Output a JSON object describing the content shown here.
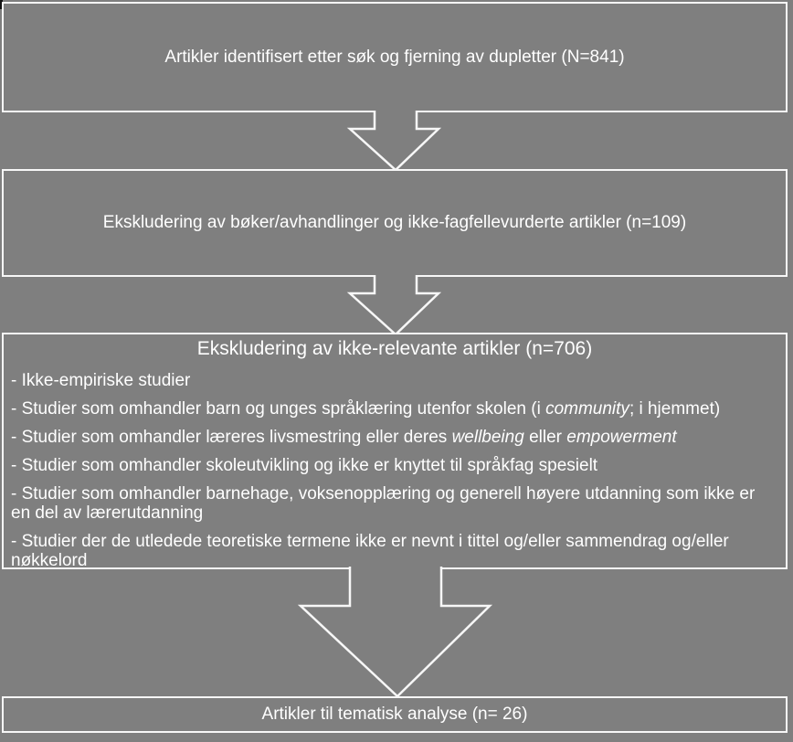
{
  "colors": {
    "background": "#7f7f7f",
    "border": "#f7f7f7",
    "text": "#ffffff"
  },
  "boxes": {
    "identified": {
      "text": "Artikler identifisert etter søk og fjerning av dupletter (N=841)"
    },
    "excluded_non_peer_reviewed": {
      "text": "Ekskludering av bøker/avhandlinger og ikke-fagfellevurderte artikler (n=109)"
    },
    "excluded_irrelevant": {
      "title": "Ekskludering av ikke-relevante artikler (n=706)",
      "bullets": [
        {
          "segments": [
            {
              "text": "- Ikke-empiriske studier",
              "italic": false
            }
          ]
        },
        {
          "segments": [
            {
              "text": "- Studier som omhandler barn og unges språklæring utenfor skolen (i ",
              "italic": false
            },
            {
              "text": "community",
              "italic": true
            },
            {
              "text": "; i hjemmet)",
              "italic": false
            }
          ]
        },
        {
          "segments": [
            {
              "text": "- Studier som omhandler læreres livsmestring eller deres ",
              "italic": false
            },
            {
              "text": "wellbeing",
              "italic": true
            },
            {
              "text": " eller ",
              "italic": false
            },
            {
              "text": "empowerment",
              "italic": true
            }
          ]
        },
        {
          "segments": [
            {
              "text": "- Studier som omhandler skoleutvikling og ikke er knyttet til språkfag spesielt",
              "italic": false
            }
          ]
        },
        {
          "segments": [
            {
              "text": "- Studier som omhandler barnehage, voksenopplæring og generell høyere utdanning som ikke er\nen del av lærerutdanning",
              "italic": false
            }
          ]
        },
        {
          "segments": [
            {
              "text": "- Studier der de utledede teoretiske termene ikke er nevnt i tittel og/eller sammendrag og/eller\nnøkkelord",
              "italic": false
            }
          ]
        }
      ]
    },
    "included": {
      "text": "Artikler til tematisk analyse (n= 26)"
    }
  },
  "arrows": [
    {
      "name": "down-arrow-1",
      "direction": "down"
    },
    {
      "name": "down-arrow-2",
      "direction": "down"
    },
    {
      "name": "down-arrow-3",
      "direction": "down"
    }
  ]
}
